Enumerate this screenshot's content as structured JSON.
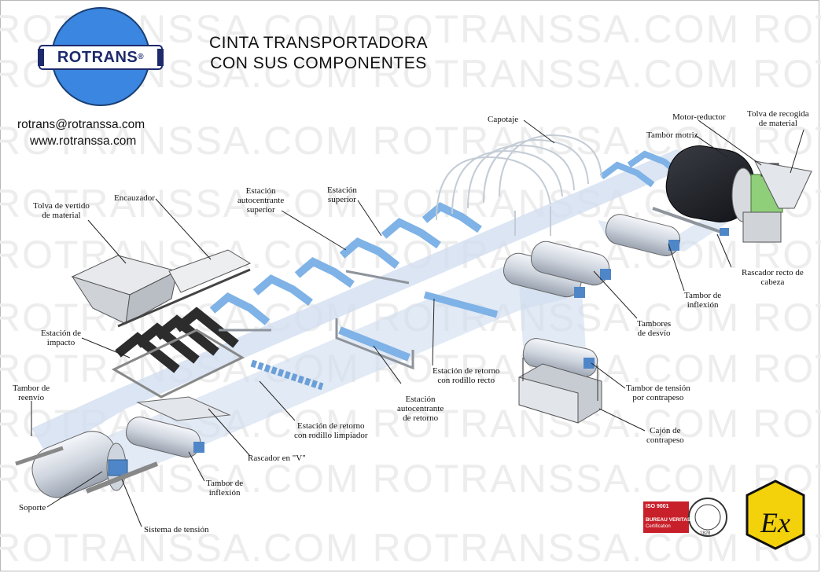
{
  "title": {
    "line1": "CINTA TRANSPORTADORA",
    "line2": "CON SUS COMPONENTES"
  },
  "watermark": "ROTRANSSA.COM ROTRANSSA.COM ROTRANS",
  "logo": {
    "brand": "ROTRANS",
    "registered": "®"
  },
  "contact": {
    "email": "rotrans@rotranssa.com",
    "web": "www.rotranssa.com"
  },
  "labels": {
    "capotaje": "Capotaje",
    "motor_reductor": "Motor-reductor",
    "tolva_recogida_1": "Tolva de recogida",
    "tolva_recogida_2": "de material",
    "tambor_motriz": "Tambor motriz",
    "estacion_superior_1": "Estación",
    "estacion_superior_2": "superior",
    "estacion_autocentrante_1": "Estación",
    "estacion_autocentrante_2": "autocentrante",
    "estacion_autocentrante_3": "superior",
    "encauzador": "Encauzador",
    "tolva_vertido_1": "Tolva de vertido",
    "tolva_vertido_2": "de material",
    "rascador_cabeza_1": "Rascador recto de",
    "rascador_cabeza_2": "cabeza",
    "tambor_inflexion_1": "Tambor de",
    "tambor_inflexion_2": "inflexión",
    "tambores_desvio_1": "Tambores",
    "tambores_desvio_2": "de desvío",
    "estacion_impacto_1": "Estación de",
    "estacion_impacto_2": "impacto",
    "retorno_recto_1": "Estación de retorno",
    "retorno_recto_2": "con rodillo recto",
    "tambor_tension_1": "Tambor de tensión",
    "tambor_tension_2": "por contrapeso",
    "tambor_reenvio_1": "Tambor de",
    "tambor_reenvio_2": "reenvío",
    "autocentrante_retorno_1": "Estación",
    "autocentrante_retorno_2": "autocentrante",
    "autocentrante_retorno_3": "de retorno",
    "retorno_limpiador_1": "Estación de retorno",
    "retorno_limpiador_2": "con rodillo limpiador",
    "cajon_1": "Cajón de",
    "cajon_2": "contrapeso",
    "rascador_v": "Rascador en \"V\"",
    "tambor_inflexion_b_1": "Tambor de",
    "tambor_inflexion_b_2": "inflexión",
    "soporte": "Soporte",
    "sistema_tension": "Sistema de tensión"
  },
  "certification": {
    "iso": "ISO 9001",
    "bv": "BUREAU VERITAS",
    "cert": "Certification",
    "seal_year": "1828",
    "ex": "Ex"
  },
  "colors": {
    "belt": "#cfdcef",
    "roller_blue": "#7fb2e6",
    "frame_gray": "#8e949c",
    "logo_blue": "#3a86e0",
    "logo_text": "#1d2a6b",
    "ex_yellow": "#f3d20c",
    "bv_red": "#c8202a",
    "watermark": "#ededed"
  }
}
